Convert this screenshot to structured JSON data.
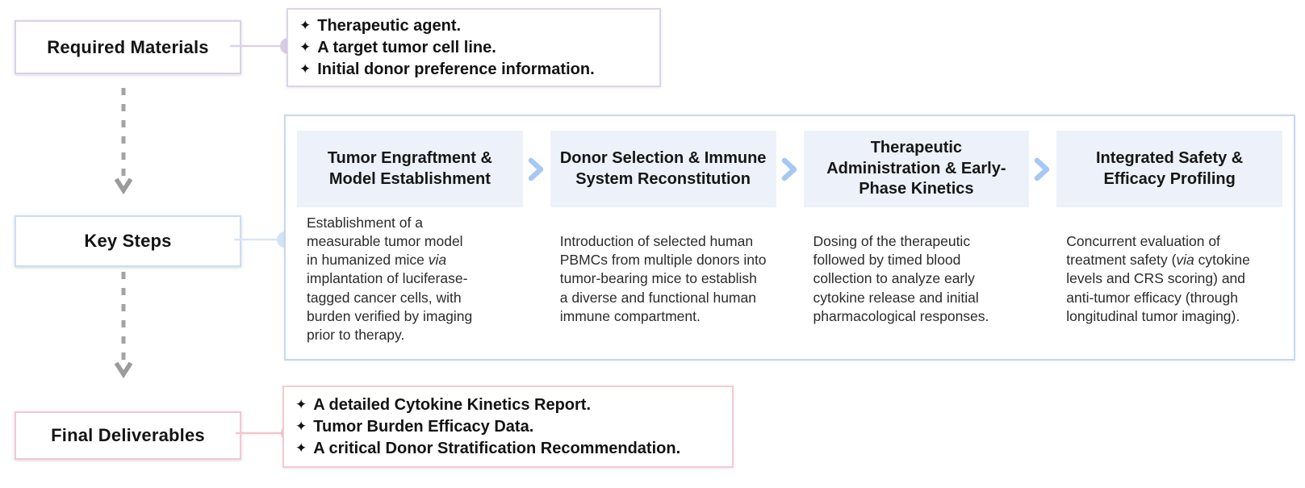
{
  "diagram": {
    "materials": {
      "label": "Required Materials",
      "bullet_char": "✦",
      "items": [
        "Therapeutic agent.",
        "A target tumor cell line.",
        "Initial donor preference information."
      ]
    },
    "key_steps": {
      "label": "Key Steps",
      "steps": [
        {
          "title": "Tumor Engraftment & Model Establishment",
          "description": [
            {
              "t": "Establishment of a measurable tumor model in humanized mice "
            },
            {
              "t": "via",
              "i": true
            },
            {
              "t": " implantation of luciferase-tagged cancer cells, with burden verified by imaging prior to therapy."
            }
          ]
        },
        {
          "title": "Donor Selection & Immune System Reconstitution",
          "description": [
            {
              "t": "Introduction of selected human PBMCs from multiple donors into tumor-bearing mice to establish a diverse and functional human immune compartment."
            }
          ]
        },
        {
          "title": "Therapeutic Administration & Early-Phase Kinetics",
          "description": [
            {
              "t": "Dosing of the therapeutic followed by timed blood collection to analyze early cytokine release and initial pharmacological responses."
            }
          ]
        },
        {
          "title": "Integrated Safety & Efficacy Profiling",
          "description": [
            {
              "t": "Concurrent evaluation of treatment safety ("
            },
            {
              "t": "via",
              "i": true
            },
            {
              "t": " cytokine levels and CRS scoring) and anti-tumor efficacy (through longitudinal tumor imaging)."
            }
          ]
        }
      ]
    },
    "deliverables": {
      "label": "Final Deliverables",
      "bullet_char": "✦",
      "items": [
        "A detailed Cytokine Kinetics Report.",
        "Tumor Burden Efficacy Data.",
        "A critical Donor Stratification Recommendation."
      ]
    },
    "colors": {
      "lavender_border": "#dbd0e5",
      "lavender_connector": "#d9cce2",
      "pink_border": "#f3c8d0",
      "pink_connector": "#f0c3cc",
      "panel_border": "#c6d8ef",
      "key_steps_border": "#cddded",
      "header_bg": "#edf1f9",
      "chevron_blue": "#a6c8f3",
      "blue_connector": "#d5e2f6",
      "arrow_gray": "#a3a3a3"
    }
  }
}
